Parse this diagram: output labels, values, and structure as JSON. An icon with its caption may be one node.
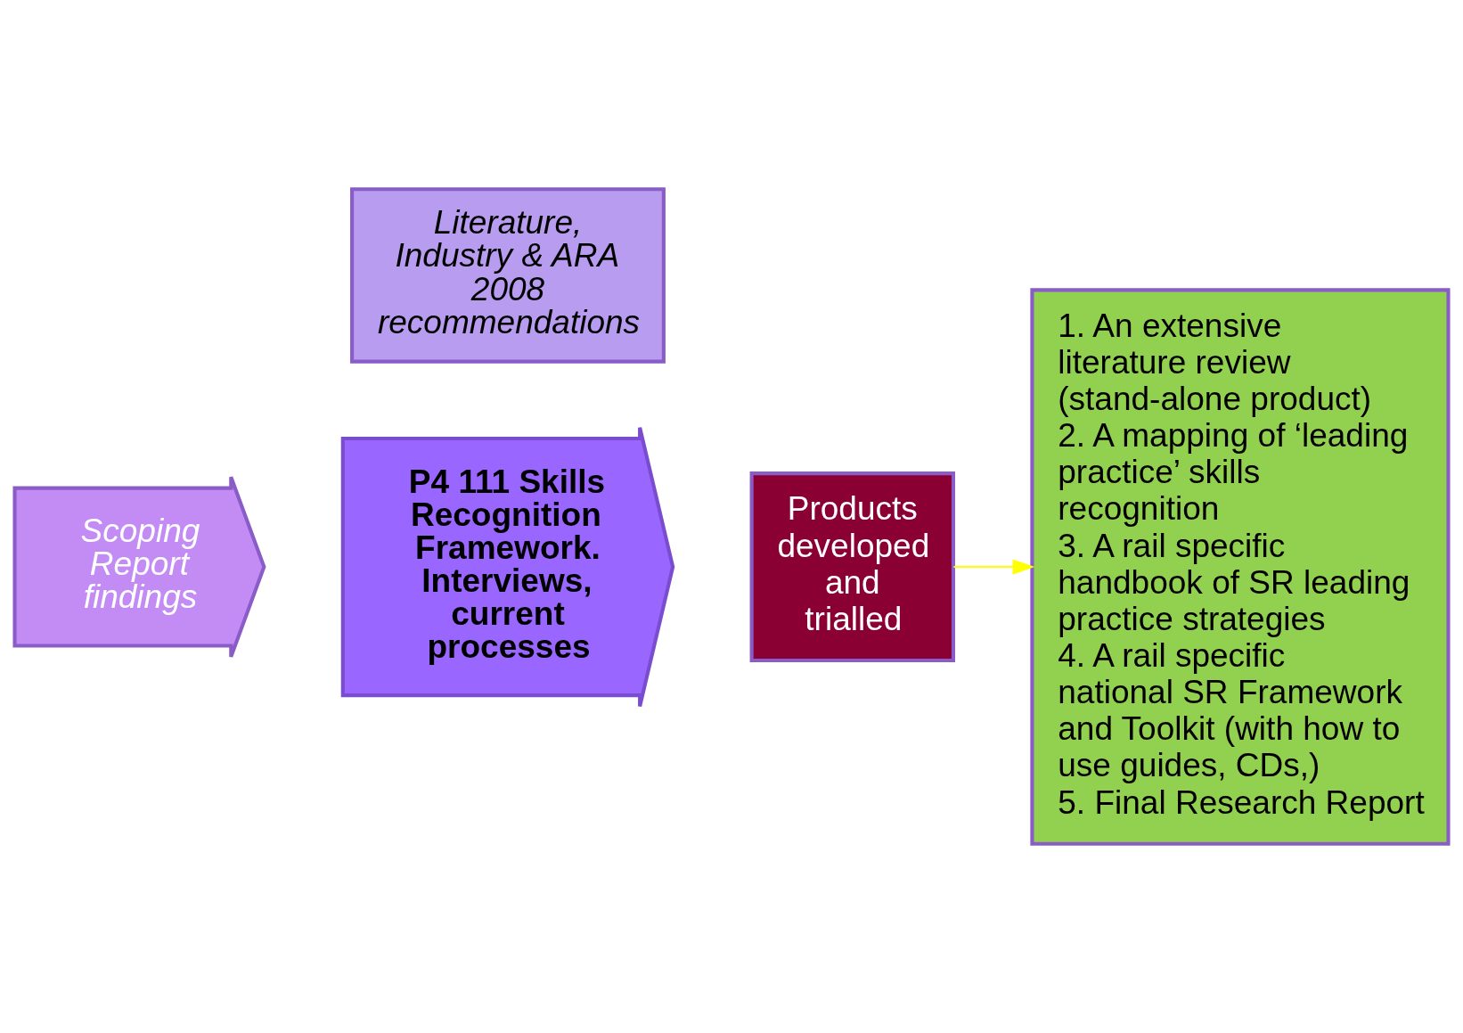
{
  "diagram": {
    "nodes": [
      {
        "text": [
          "Literature, Industry & ARA 2008 recommendations"
        ]
      },
      {
        "text": [
          "Scoping Report findings"
        ]
      },
      {
        "text": [
          "P4 111 Skills Recognition Framework. Interviews, current processes"
        ]
      },
      {
        "text": [
          "Products developed and trialled"
        ]
      },
      {
        "text": [
          "1. An extensive literature review (stand-alone product)",
          "2. A mapping of ‘leading practice’ skills recognition",
          "3. A rail specific handbook of SR leading practice strategies",
          "4. A rail specific national SR Framework and Toolkit (with how to use guides, CDs,)",
          "5. Final Research Report"
        ]
      }
    ],
    "edges": [
      {
        "from": 3,
        "to": 4,
        "arrow": "to",
        "color": "#ffff00"
      }
    ]
  }
}
